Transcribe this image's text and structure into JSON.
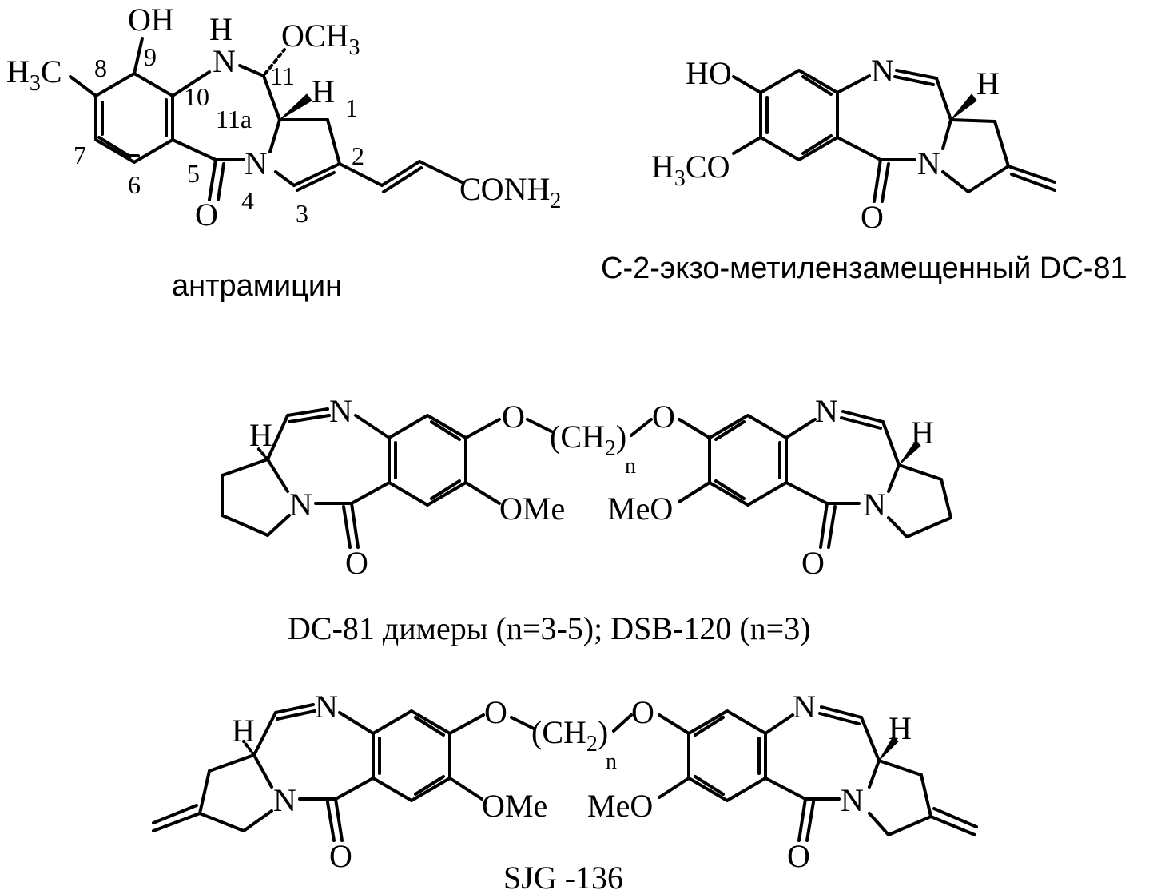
{
  "structures": {
    "anthramycin": {
      "caption": "антрамицин",
      "labels": {
        "oh": "OH",
        "h3c_main": "H",
        "h3c_sub": "3",
        "h3c_tail": "C",
        "nh_h": "H",
        "nh_n": "N",
        "och3_main": "OCH",
        "och3_sub": "3",
        "h_stereo": "H",
        "n4": "N",
        "o_carbonyl": "O",
        "conh2_main": "CONH",
        "conh2_sub": "2"
      },
      "locants": [
        "9",
        "8",
        "10",
        "11",
        "11a",
        "1",
        "7",
        "6",
        "5",
        "4",
        "3",
        "2"
      ]
    },
    "dc81_exo": {
      "caption": "C-2-экзо-метилензамещенный DC-81",
      "labels": {
        "ho": "HO",
        "n_imine": "N",
        "h_stereo": "H",
        "h3co_main": "H",
        "h3co_sub": "3",
        "h3co_tail": "CO",
        "n_amide": "N",
        "o_carbonyl": "O"
      }
    },
    "dc81_dimer": {
      "caption": "DC-81 димеры  (n=3-5); DSB-120 (n=3)",
      "labels": {
        "h_left": "H",
        "n_imine_left": "N",
        "o_left": "O",
        "ch2_main": "(CH",
        "ch2_sub": "2",
        "ch2_close": ")",
        "ch2_n": "n",
        "o_right": "O",
        "n_imine_right": "N",
        "h_right": "H",
        "n_amide_left": "N",
        "ome_left": "OMe",
        "meo_right": "MeO",
        "n_amide_right": "N",
        "o_carbonyl_left": "O",
        "o_carbonyl_right": "O"
      }
    },
    "sjg136": {
      "caption": "SJG -136",
      "labels": {
        "h_left": "H",
        "n_imine_left": "N",
        "o_left": "O",
        "ch2_main": "(CH",
        "ch2_sub": "2",
        "ch2_close": ")",
        "ch2_n": "n",
        "o_right": "O",
        "n_imine_right": "N",
        "h_right": "H",
        "n_amide_left": "N",
        "ome_left": "OMe",
        "meo_right": "MeO",
        "n_amide_right": "N",
        "o_carbonyl_left": "O",
        "o_carbonyl_right": "O"
      }
    }
  }
}
